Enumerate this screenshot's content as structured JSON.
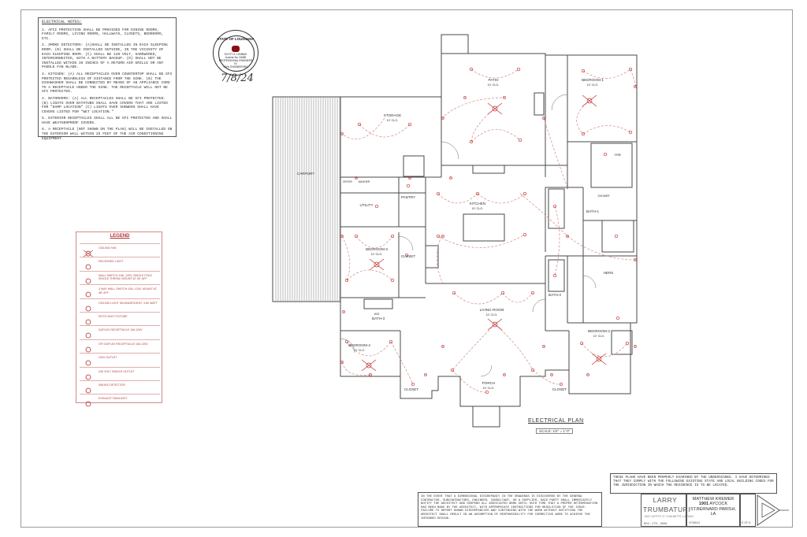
{
  "notes": {
    "title": "ELECTRICAL NOTES:",
    "items": [
      "1. AFCI PROTECTION SHALL BE PROVIDED FOR DINING ROOMS, FAMILY ROOMS, LIVING ROOMS, HALLWAYS, CLOSETS, BEDROOMS, ETC.",
      "2. SMOKE DETECTORS: (A)SHALL BE INSTALLED IN EACH SLEEPING ROOM. (B) SHALL BE INSTALLED OUTSIDE, IN THE VICINITY OF EACH SLEEPING ROOM. (C) SHALL BE 120 VOLT, HARDWIRED, INTERCONNECTED, WITH A BATTERY BACKUP. (D) SHALL NOT BE INSTALLED WITHIN 36 INCHES OF A RETURN AIR GRILLE OR ANY PADDLE FAN BLADE.",
      "3. KITCHEN: (A) ALL RECEPTACLES OVER COUNTERTOP SHALL BE GFI PROTECTED REGARDLESS OF DISTANCE FROM THE SINK. (B) THE DISHWASHER SHALL BE CONNECTED BY MEANS OF AN APPLIANCE CORD TO A RECEPTACLE UNDER THE SINK. THE RECEPTACLE WILL NOT BE GFI PROTECTED.",
      "4. BATHROOMS: (A) ALL RECEPTACLES SHALL BE GFI PROTECTED. (B) LIGHTS OVER BATHTUBS SHALL HAVE COVERS THAT ARE LISTED FOR \"DAMP LOCATION\" (C) LIGHTS OVER SHOWERS SHALL HAVE COVERS LISTED FOR \"WET LOCATION.\"",
      "5. EXTERIOR RECEPTACLES SHALL ALL BE GFI PROTECTED AND SHALL HAVE WEATHERPROOF COVERS.",
      "6. A RECEPTACLE (NOT SHOWN ON THE PLAN) WILL BE INSTALLED ON THE EXTERIOR WALL WITHIN 25 FEET OF THE AIR CONDITIONING EQUIPMENT."
    ]
  },
  "seal": {
    "state": "STATE OF LOUISIANA",
    "name": "SCOTT A. LOMBAS",
    "license": "License No. 34689",
    "line1": "PROFESSIONAL ENGINEER",
    "line2": "IN",
    "line3": "CIVIL ENGINEERING",
    "signed_date": "7/8/24"
  },
  "legend": {
    "title": "LEGEND",
    "items": [
      "CEILING FAN",
      "RECESSED LIGHT",
      "WALL SWITCH 15A, 120V, SINGLE POLE SINGLE THROW, MOUNT AT 48\" AFF",
      "3 WAY WALL SWITCH 15A, 120V, MOUNT AT 48\" AFF",
      "CEILING LIGHT INCANDESCENT, 3-60 WATT",
      "SPOTLIGHT FIXTURE",
      "DUPLEX RECEPTACLE 15A 125V",
      "GFI DUPLEX RECEPTACLE 15A 125V",
      "220V OUTLET",
      "240 VOLT SINGLE OUTLET",
      "SMOKE DETECTOR",
      "EXHAUST FAN/LIGHT"
    ]
  },
  "rooms": [
    {
      "name": "CARPORT",
      "ceiling": ""
    },
    {
      "name": "STORAGE",
      "ceiling": "10' CLG."
    },
    {
      "name": "PATIO",
      "ceiling": "10' CLG."
    },
    {
      "name": "BEDROOM-1",
      "ceiling": "10' CLG."
    },
    {
      "name": "HIS",
      "ceiling": ""
    },
    {
      "name": "UTILITY",
      "ceiling": ""
    },
    {
      "name": "PANTRY",
      "ceiling": ""
    },
    {
      "name": "KITCHEN",
      "ceiling": "10' CLG."
    },
    {
      "name": "BATH-1",
      "ceiling": ""
    },
    {
      "name": "BEDROOM-3",
      "ceiling": "10' CLG."
    },
    {
      "name": "CLOSET",
      "ceiling": ""
    },
    {
      "name": "HERS",
      "ceiling": ""
    },
    {
      "name": "LIVING ROOM",
      "ceiling": "10' CLG."
    },
    {
      "name": "BATH-2",
      "ceiling": ""
    },
    {
      "name": "BEDROOM-2",
      "ceiling": "10' CLG."
    },
    {
      "name": "BEDROOM-4",
      "ceiling": "10' CLG."
    },
    {
      "name": "BATH-3",
      "ceiling": ""
    },
    {
      "name": "PORCH",
      "ceiling": "10' CLG."
    },
    {
      "name": "CLOSET",
      "ceiling": ""
    },
    {
      "name": "CLOSET",
      "ceiling": ""
    }
  ],
  "small_labels": [
    "DRYER",
    "WASHER",
    "SHOWER",
    "W/D"
  ],
  "plan": {
    "title": "ELECTRICAL PLAN",
    "scale": "SCALE: 1/4\" = 1'-0\""
  },
  "disclaimer": "IN THE EVENT THAT A DIMENSIONAL DISCREPANCY IN THE DRAWINGS IS DISCOVERED BY THE GENERAL CONTRACTOR, SUBCONTRACTORS, ENGINEER, CONSULTANT, OR A SUPPLIER, SAID PARTY SHALL IMMEDIATELY NOTIFY THE ARCHITECT AND SUSPEND ALL ASSOCIATED WORK UNTIL SUCH TIME THAT A PROPER DETERMINATION HAS BEEN MADE BY THE ARCHITECT, WITH APPROPRIATE INSTRUCTIONS FOR RESOLUTION OF THE ISSUE. FAILURE TO REPORT KNOWN DISCREPANCIES AND CONTINUING WITH THE WORK WITHOUT NOTIFYING THE ARCHITECT SHALL RESULT IN AN ASSUMPTION OF RESPONSIBILITY FOR CORRECTIVE WORK TO ACHIEVE THE INTENDED DESIGN.",
  "approval": "THESE PLANS HAVE BEEN PROPERLY EXAMINED BY THE UNDERSIGNED. I HAVE DETERMINED THAT THEY COMPLY WITH THE FOLLOWING EXISTING STATE AND LOCAL BUILDING CODES FOR THE JURISDICTION IN WHICH THE RESIDENCE IS TO BE LOCATED.",
  "title_block": {
    "designer_first": "LARRY",
    "designer_last": "TRUMBATURI",
    "designer_addr": "8037 LAFITTE CT. CHALMETTE, LA 70043",
    "designer_phone": "504 - 279 - 3506",
    "client_name": "MATTHEW KREMER",
    "client_num": "1901",
    "client_street": "AYCOCK",
    "client_city": "ST.BERNARD PARISH, LA",
    "date": "07/08/24",
    "sheet": "E OF 8"
  },
  "colors": {
    "wall": "#4a4a4a",
    "wiring": "#d07070",
    "device": "#c03030"
  }
}
